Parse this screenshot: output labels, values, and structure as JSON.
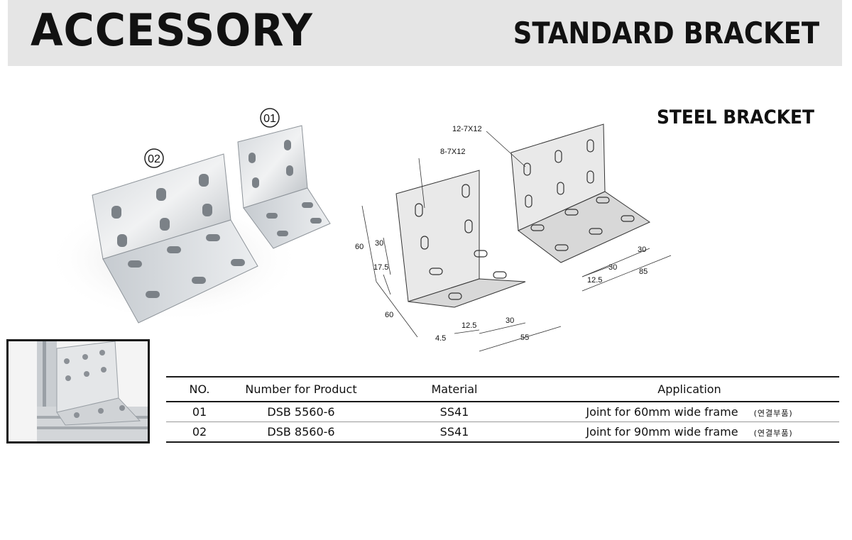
{
  "header": {
    "left_title": "ACCESSORY",
    "right_title": "STANDARD BRACKET"
  },
  "section_title": "STEEL BRACKET",
  "photo": {
    "label_02": "02",
    "label_01": "01"
  },
  "drawing": {
    "hole_spec_small": "8-7X12",
    "hole_spec_large": "12-7X12",
    "dims_small": {
      "height": "60",
      "pitch": "30",
      "offset": "17.5",
      "depth": "60",
      "thick": "4.5",
      "edge": "12.5",
      "pitch_h": "30",
      "width": "55"
    },
    "dims_large": {
      "pitch_a": "30",
      "pitch_b": "30",
      "edge": "12.5",
      "width": "85"
    }
  },
  "table": {
    "headers": {
      "no": "NO.",
      "number": "Number for Product",
      "material": "Material",
      "application": "Application"
    },
    "rows": [
      {
        "no": "01",
        "number": "DSB 5560-6",
        "material": "SS41",
        "application": "Joint for 60mm wide frame",
        "note": "(연결부품)"
      },
      {
        "no": "02",
        "number": "DSB 8560-6",
        "material": "SS41",
        "application": "Joint for 90mm wide frame",
        "note": "(연결부품)"
      }
    ]
  }
}
